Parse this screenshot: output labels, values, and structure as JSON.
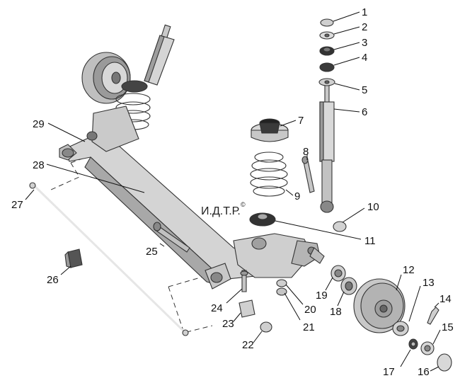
{
  "watermark": {
    "text": "И.Д.Т.Р.",
    "mark": "©"
  },
  "callouts": [
    "1",
    "2",
    "3",
    "4",
    "5",
    "6",
    "7",
    "8",
    "9",
    "10",
    "11",
    "12",
    "13",
    "14",
    "15",
    "16",
    "17",
    "18",
    "19",
    "20",
    "21",
    "22",
    "23",
    "24",
    "25",
    "26",
    "27",
    "28",
    "29"
  ],
  "colors": {
    "part_fill": "#d9d9d9",
    "part_shade": "#9a9a9a",
    "part_dark": "#555555",
    "line": "#111111"
  }
}
